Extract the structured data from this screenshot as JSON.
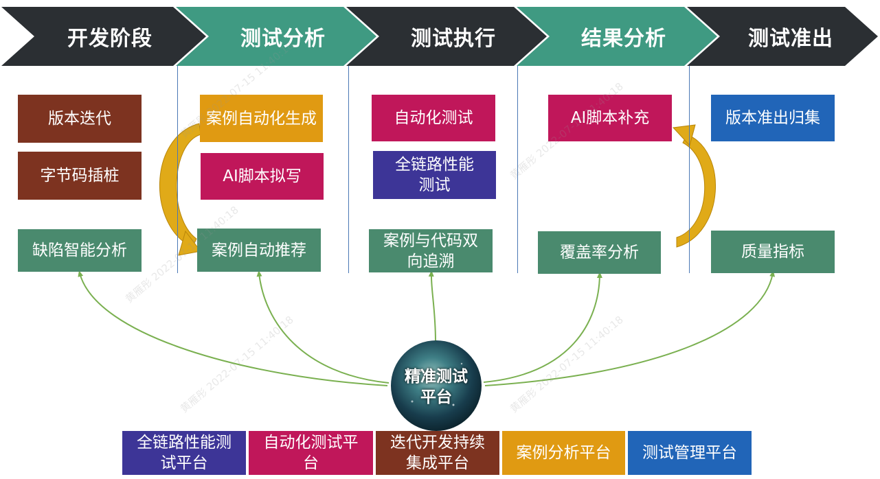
{
  "colors": {
    "dark_chevron": "#2b2f33",
    "teal_chevron": "#3f9a82",
    "brown": "#7d3320",
    "orange": "#e09a12",
    "magenta": "#c0175a",
    "purple": "#3d3597",
    "green": "#4a8a6e",
    "blue": "#2165b8",
    "curve_green": "#7ab050",
    "arrow_gold": "#e0aa18"
  },
  "stages": [
    {
      "label": "开发阶段",
      "style": "dark"
    },
    {
      "label": "测试分析",
      "style": "teal"
    },
    {
      "label": "测试执行",
      "style": "dark"
    },
    {
      "label": "结果分析",
      "style": "teal"
    },
    {
      "label": "测试准出",
      "style": "dark"
    }
  ],
  "boxes": {
    "version_iteration": "版本迭代",
    "bytecode_instrumentation": "字节码插桩",
    "defect_analysis": "缺陷智能分析",
    "case_generation": "案例自动化生成",
    "ai_script_drafting": "AI脚本拟写",
    "case_recommendation": "案例自动推荐",
    "automated_testing": "自动化测试",
    "full_link_performance": "全链路性能测试",
    "bidirectional_tracing": "案例与代码双向追溯",
    "ai_script_supplement": "AI脚本补充",
    "coverage_analysis": "覆盖率分析",
    "release_summary": "版本准出归集",
    "quality_metrics": "质量指标"
  },
  "hub": {
    "label": "精准测试平台"
  },
  "platforms": [
    {
      "label": "全链路性能测试平台",
      "color": "purple"
    },
    {
      "label": "自动化测试平台",
      "color": "magenta"
    },
    {
      "label": "迭代开发持续集成平台",
      "color": "brown"
    },
    {
      "label": "案例分析平台",
      "color": "orange"
    },
    {
      "label": "测试管理平台",
      "color": "blue"
    }
  ],
  "watermark_text": "黄雁彤 2022-07-15 11:40:18"
}
